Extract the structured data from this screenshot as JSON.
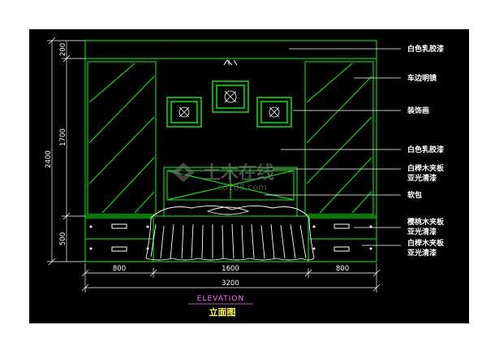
{
  "elevation": {
    "labels": [
      "白色乳胶漆",
      "车边明镜",
      "装饰画",
      "白色乳胶漆",
      "白榉木夹板",
      "亚光清漆",
      "软包",
      "樱桃木夹板",
      "亚光清漆",
      "白榉木夹板",
      "亚光清漆"
    ],
    "dims_vertical": [
      "2400",
      "200",
      "1700",
      "500"
    ],
    "dims_horizontal": [
      "800",
      "1600",
      "800",
      "3200"
    ],
    "title_en": "ELEVATION",
    "title_cn": "立面图"
  },
  "watermark": {
    "cn": "土木在线",
    "url": "co188.com"
  },
  "colors": {
    "background": "#000000",
    "line_green": "#00ff00",
    "line_cyan": "#00ffff",
    "text": "#ffffff",
    "title_en": "#ff6fff",
    "title_cn": "#ffff33"
  }
}
